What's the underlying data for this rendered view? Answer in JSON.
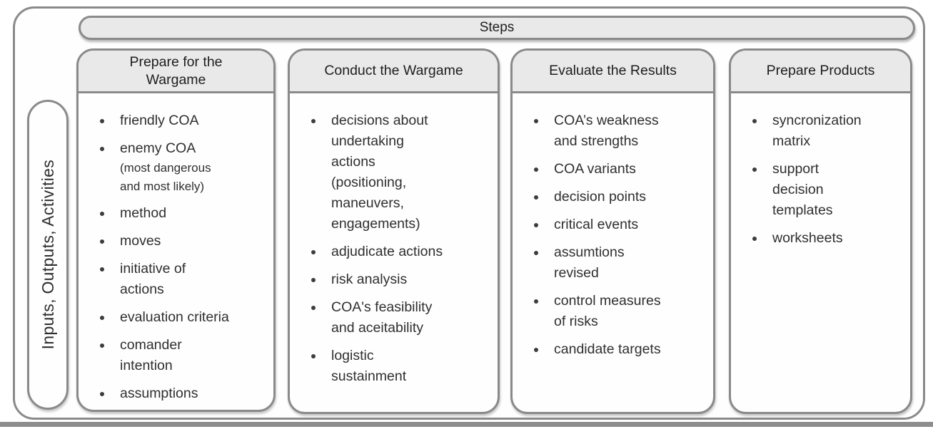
{
  "title": "Steps",
  "side_label": "Inputs, Outputs, Activities",
  "columns": [
    {
      "header": "Prepare for the Wargame",
      "items": [
        {
          "text": "friendly COA"
        },
        {
          "text": "enemy COA",
          "sub": "(most dangerous\nand most likely)"
        },
        {
          "text": "method"
        },
        {
          "text": "moves"
        },
        {
          "text": "initiative of\nactions"
        },
        {
          "text": "evaluation criteria"
        },
        {
          "text": "comander\nintention"
        },
        {
          "text": "assumptions"
        }
      ]
    },
    {
      "header": "Conduct the Wargame",
      "items": [
        {
          "text": "decisions about\nundertaking\nactions\n(positioning,\nmaneuvers,\nengagements)"
        },
        {
          "text": "adjudicate actions"
        },
        {
          "text": "risk analysis"
        },
        {
          "text": "COA's feasibility\nand aceitability"
        },
        {
          "text": "logistic\nsustainment"
        }
      ]
    },
    {
      "header": "Evaluate the Results",
      "items": [
        {
          "text": "COA’s weakness\nand strengths"
        },
        {
          "text": "COA variants"
        },
        {
          "text": "decision points"
        },
        {
          "text": "critical events"
        },
        {
          "text": "assumtions\nrevised"
        },
        {
          "text": "control measures\nof risks"
        },
        {
          "text": "candidate targets"
        }
      ]
    },
    {
      "header": "Prepare Products",
      "items": [
        {
          "text": "syncronization\nmatrix"
        },
        {
          "text": "support\ndecision\ntemplates"
        },
        {
          "text": "worksheets"
        }
      ]
    }
  ],
  "colors": {
    "border": "#8a8a8a",
    "header_fill": "#e9e9e9",
    "text": "#2f2f2f",
    "page_bg": "#ffffff",
    "bottom_bar": "#8d8d8d"
  }
}
